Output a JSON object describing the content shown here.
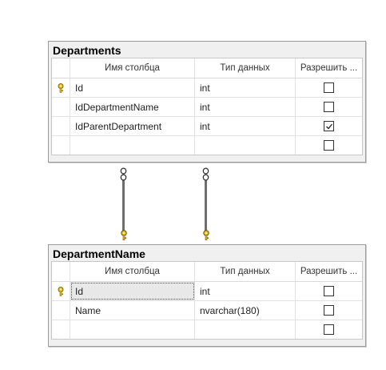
{
  "tables": [
    {
      "title": "Departments",
      "headers": {
        "name": "Имя столбца",
        "type": "Тип данных",
        "nulls": "Разрешить ..."
      },
      "rows": [
        {
          "key": true,
          "name": "Id",
          "type": "int",
          "nulls": false
        },
        {
          "key": false,
          "name": "IdDepartmentName",
          "type": "int",
          "nulls": false
        },
        {
          "key": false,
          "name": "IdParentDepartment",
          "type": "int",
          "nulls": true
        },
        {
          "key": false,
          "name": "",
          "type": "",
          "nulls": false
        }
      ]
    },
    {
      "title": "DepartmentName",
      "headers": {
        "name": "Имя столбца",
        "type": "Тип данных",
        "nulls": "Разрешить ..."
      },
      "rows": [
        {
          "key": true,
          "name": "Id",
          "type": "int",
          "nulls": false,
          "selected": true
        },
        {
          "key": false,
          "name": "Name",
          "type": "nvarchar(180)",
          "nulls": false
        },
        {
          "key": false,
          "name": "",
          "type": "",
          "nulls": false
        }
      ]
    }
  ],
  "icons": {
    "key": "primary-key-icon",
    "check": "checkmark-icon"
  },
  "colors": {
    "key_gold": "#e8c21c",
    "connector": "#6e6e6e"
  }
}
